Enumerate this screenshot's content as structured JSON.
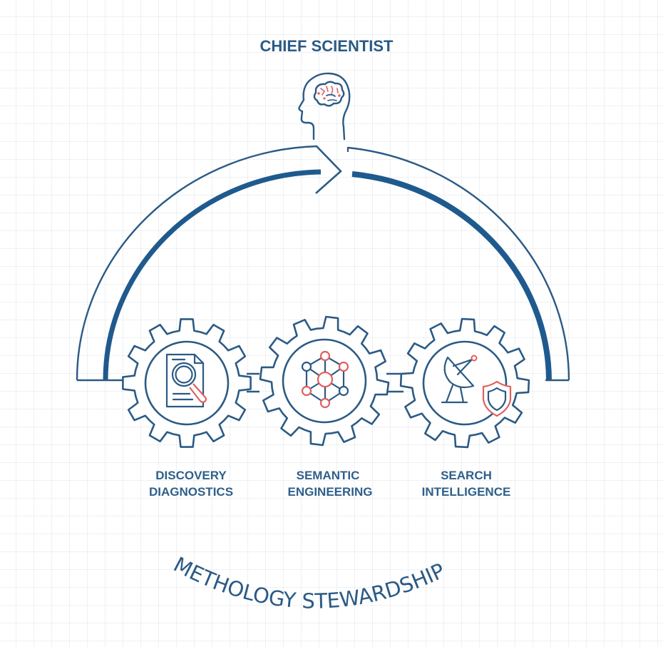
{
  "title": "CHIEF SCIENTIST",
  "top_icon": "head-with-brain-icon",
  "cycle_arrow": {
    "direction": "clockwise",
    "icon": "arrow-head-icon"
  },
  "gears": [
    {
      "id": "discovery",
      "label_line1": "DISCOVERY",
      "label_line2": "DIAGNOSTICS",
      "icon": "document-magnifier-icon"
    },
    {
      "id": "semantic",
      "label_line1": "SEMANTIC",
      "label_line2": "ENGINEERING",
      "icon": "knowledge-graph-icon"
    },
    {
      "id": "search",
      "label_line1": "SEARCH",
      "label_line2": "INTELLIGENCE",
      "icon": "satellite-dish-shield-icon"
    }
  ],
  "bottom_caption": "METHOLOGY STEWARDSHIP",
  "colors": {
    "primary": "#2b5a85",
    "primary_dark": "#1f5a8e",
    "accent": "#e0605e",
    "grid": "#e6e9ee",
    "background": "#ffffff"
  }
}
